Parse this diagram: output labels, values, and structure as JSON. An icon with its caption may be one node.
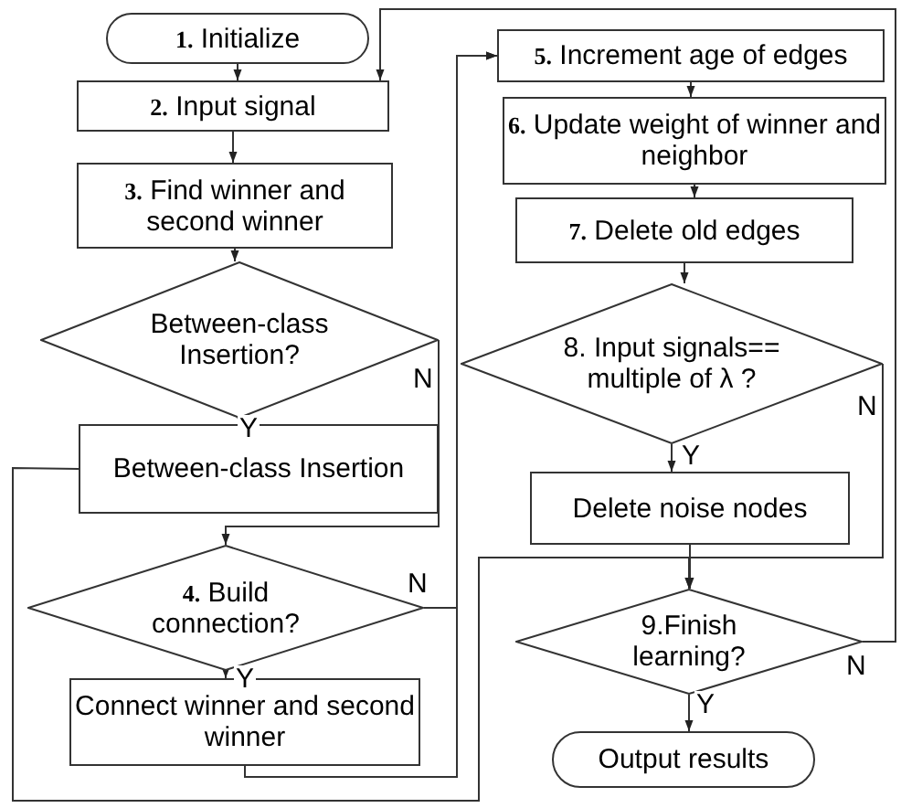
{
  "diagram": {
    "nodes": [
      {
        "text": [
          "**1.** Initialize"
        ]
      },
      {
        "text": [
          "**2.** Input signal"
        ]
      },
      {
        "text": [
          "**3.** Find winner and second winner"
        ]
      },
      {
        "text": [
          "Between-class Insertion?"
        ]
      },
      {
        "text": [
          "Between-class Insertion"
        ]
      },
      {
        "text": [
          "**4.** Build connection?"
        ]
      },
      {
        "text": [
          "Connect winner and second winner"
        ]
      },
      {
        "text": [
          "**5.** Increment age of edges"
        ]
      },
      {
        "text": [
          "**6.** Update weight of winner and neighbor"
        ]
      },
      {
        "text": [
          "**7.** Delete old edges"
        ]
      },
      {
        "text": [
          "8. Input signals== multiple of λ ?"
        ]
      },
      {
        "text": [
          "Delete noise nodes"
        ]
      },
      {
        "text": [
          "9.Finish learning?"
        ]
      },
      {
        "text": [
          "Output results"
        ]
      }
    ],
    "edges": [
      {
        "from": 0,
        "to": 1,
        "arrow": "to"
      },
      {
        "from": 1,
        "to": 2,
        "arrow": "to"
      },
      {
        "from": 2,
        "to": 3,
        "arrow": "to"
      },
      {
        "from": 3,
        "to": 4,
        "arrow": "to",
        "label": "Y"
      },
      {
        "from": 3,
        "to": 5,
        "arrow": "to",
        "label": "N"
      },
      {
        "from": 4,
        "to": 12,
        "arrow": "to"
      },
      {
        "from": 5,
        "to": 6,
        "arrow": "to",
        "label": "Y"
      },
      {
        "from": 5,
        "to": 7,
        "arrow": "to",
        "label": "N"
      },
      {
        "from": 6,
        "to": 7,
        "arrow": "to"
      },
      {
        "from": 7,
        "to": 8,
        "arrow": "to"
      },
      {
        "from": 8,
        "to": 9,
        "arrow": "to"
      },
      {
        "from": 9,
        "to": 10,
        "arrow": "to"
      },
      {
        "from": 10,
        "to": 11,
        "arrow": "to",
        "label": "Y"
      },
      {
        "from": 10,
        "to": 12,
        "arrow": "to",
        "label": "N"
      },
      {
        "from": 11,
        "to": 12,
        "arrow": "to"
      },
      {
        "from": 12,
        "to": 13,
        "arrow": "to",
        "label": "Y"
      },
      {
        "from": 12,
        "to": 1,
        "arrow": "to",
        "label": "N"
      }
    ]
  }
}
